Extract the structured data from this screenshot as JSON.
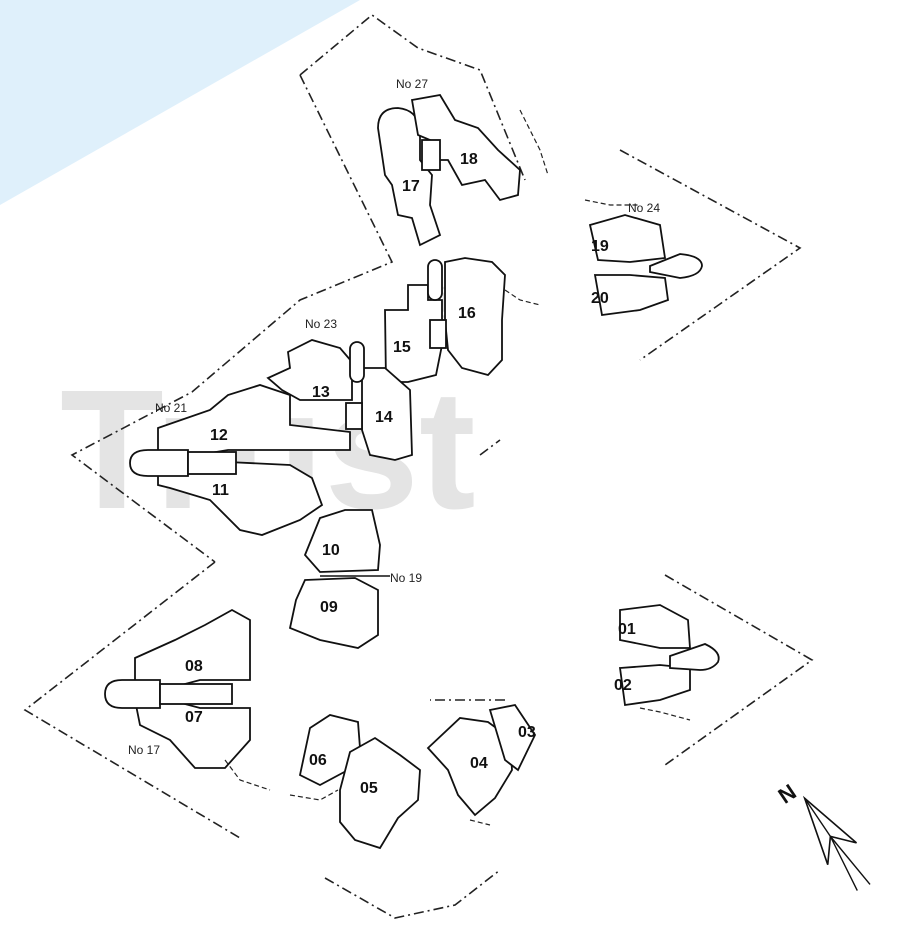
{
  "watermark": {
    "text": "Trust",
    "mark": "®",
    "color": "#cfcfcf",
    "corner_color": "#dff0fb"
  },
  "units": [
    {
      "id": "u01",
      "label": "01"
    },
    {
      "id": "u02",
      "label": "02"
    },
    {
      "id": "u03",
      "label": "03"
    },
    {
      "id": "u04",
      "label": "04"
    },
    {
      "id": "u05",
      "label": "05"
    },
    {
      "id": "u06",
      "label": "06"
    },
    {
      "id": "u07",
      "label": "07"
    },
    {
      "id": "u08",
      "label": "08"
    },
    {
      "id": "u09",
      "label": "09"
    },
    {
      "id": "u10",
      "label": "10"
    },
    {
      "id": "u11",
      "label": "11"
    },
    {
      "id": "u12",
      "label": "12"
    },
    {
      "id": "u13",
      "label": "13"
    },
    {
      "id": "u14",
      "label": "14"
    },
    {
      "id": "u15",
      "label": "15"
    },
    {
      "id": "u16",
      "label": "16"
    },
    {
      "id": "u17",
      "label": "17"
    },
    {
      "id": "u18",
      "label": "18"
    },
    {
      "id": "u19",
      "label": "19"
    },
    {
      "id": "u20",
      "label": "20"
    }
  ],
  "street_numbers": [
    {
      "id": "s27",
      "label": "No 27"
    },
    {
      "id": "s24",
      "label": "No 24"
    },
    {
      "id": "s23",
      "label": "No 23"
    },
    {
      "id": "s21",
      "label": "No 21"
    },
    {
      "id": "s19",
      "label": "No 19"
    },
    {
      "id": "s17",
      "label": "No 17"
    }
  ],
  "north_arrow": {
    "label": "N",
    "icon": "north-arrow-icon"
  }
}
